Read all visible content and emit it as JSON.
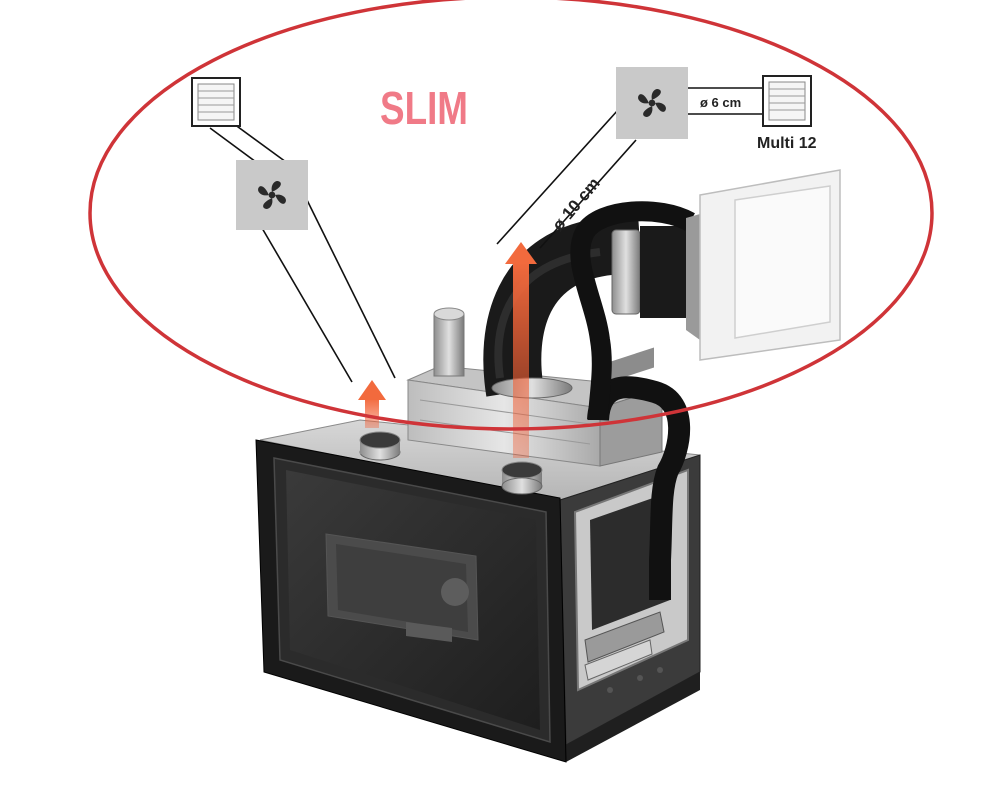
{
  "diagram": {
    "title": "SLIM",
    "labels": {
      "duct_small": "ø 6 cm",
      "duct_large": "ø 10 cm",
      "outlet_name": "Multi 12"
    },
    "icons": [
      "fan-icon",
      "vent-grille-icon",
      "airflow-arrow-icon",
      "wall-vent-icon",
      "fireplace-insert"
    ],
    "colors": {
      "ellipse": "#cf3438",
      "title": "#f07a87",
      "fan_box": "#c9c9c9",
      "arrow": "#f2572d",
      "duct": "#1a1a1a"
    }
  }
}
